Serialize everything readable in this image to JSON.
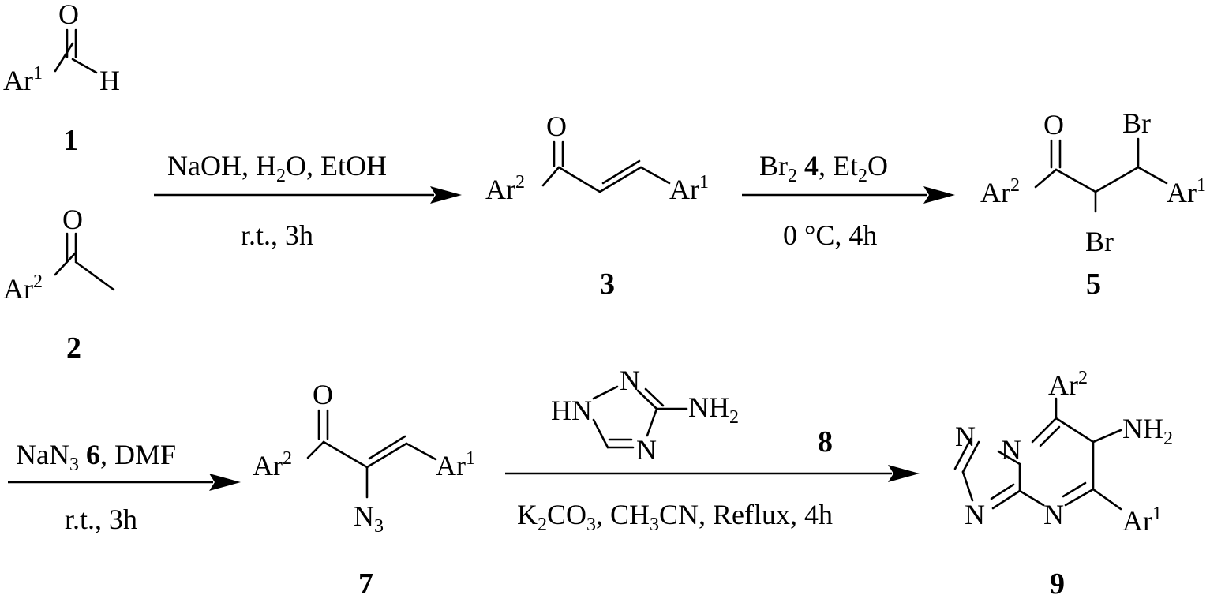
{
  "compounds": {
    "c1": {
      "number": "1",
      "o": "O",
      "ar": "Ar",
      "ar_sup": "1",
      "h": "H"
    },
    "c2": {
      "number": "2",
      "o": "O",
      "ar": "Ar",
      "ar_sup": "2"
    },
    "c3": {
      "number": "3",
      "o": "O",
      "ar_left": "Ar",
      "ar_left_sup": "2",
      "ar_right": "Ar",
      "ar_right_sup": "1"
    },
    "c5": {
      "number": "5",
      "o": "O",
      "br_top": "Br",
      "br_bottom": "Br",
      "ar_left": "Ar",
      "ar_left_sup": "2",
      "ar_right": "Ar",
      "ar_right_sup": "1"
    },
    "c7": {
      "number": "7",
      "o": "O",
      "ar_left": "Ar",
      "ar_left_sup": "2",
      "ar_right": "Ar",
      "ar_right_sup": "1",
      "n": "N",
      "n_sub": "3"
    },
    "c8": {
      "number": "8",
      "hn": "HN",
      "n_top": "N",
      "n_bottom": "N",
      "nh": "NH",
      "nh_sub": "2"
    },
    "c9": {
      "number": "9",
      "ar_top": "Ar",
      "ar_top_sup": "2",
      "nh": "NH",
      "nh_sub": "2",
      "n1": "N",
      "n_bridge": "N",
      "n_left": "N",
      "n_bottom": "N",
      "ar_right": "Ar",
      "ar_right_sup": "1"
    }
  },
  "reactions": {
    "r1": {
      "above_a": "NaOH, H",
      "above_sub": "2",
      "above_b": "O, EtOH",
      "below": "r.t., 3h"
    },
    "r2": {
      "above_a": "Br",
      "above_sub": "2",
      "above_num": "4",
      "above_b": ", Et",
      "above_sub2": "2",
      "above_c": "O",
      "below": "0 °C, 4h"
    },
    "r3": {
      "above_a": "NaN",
      "above_sub": "3",
      "above_num": "6",
      "above_b": ", DMF",
      "below": "r.t., 3h"
    },
    "r4": {
      "below_a": "K",
      "below_sub1": "2",
      "below_b": "CO",
      "below_sub2": "3",
      "below_c": ", CH",
      "below_sub3": "3",
      "below_d": "CN, Reflux, 4h"
    }
  }
}
